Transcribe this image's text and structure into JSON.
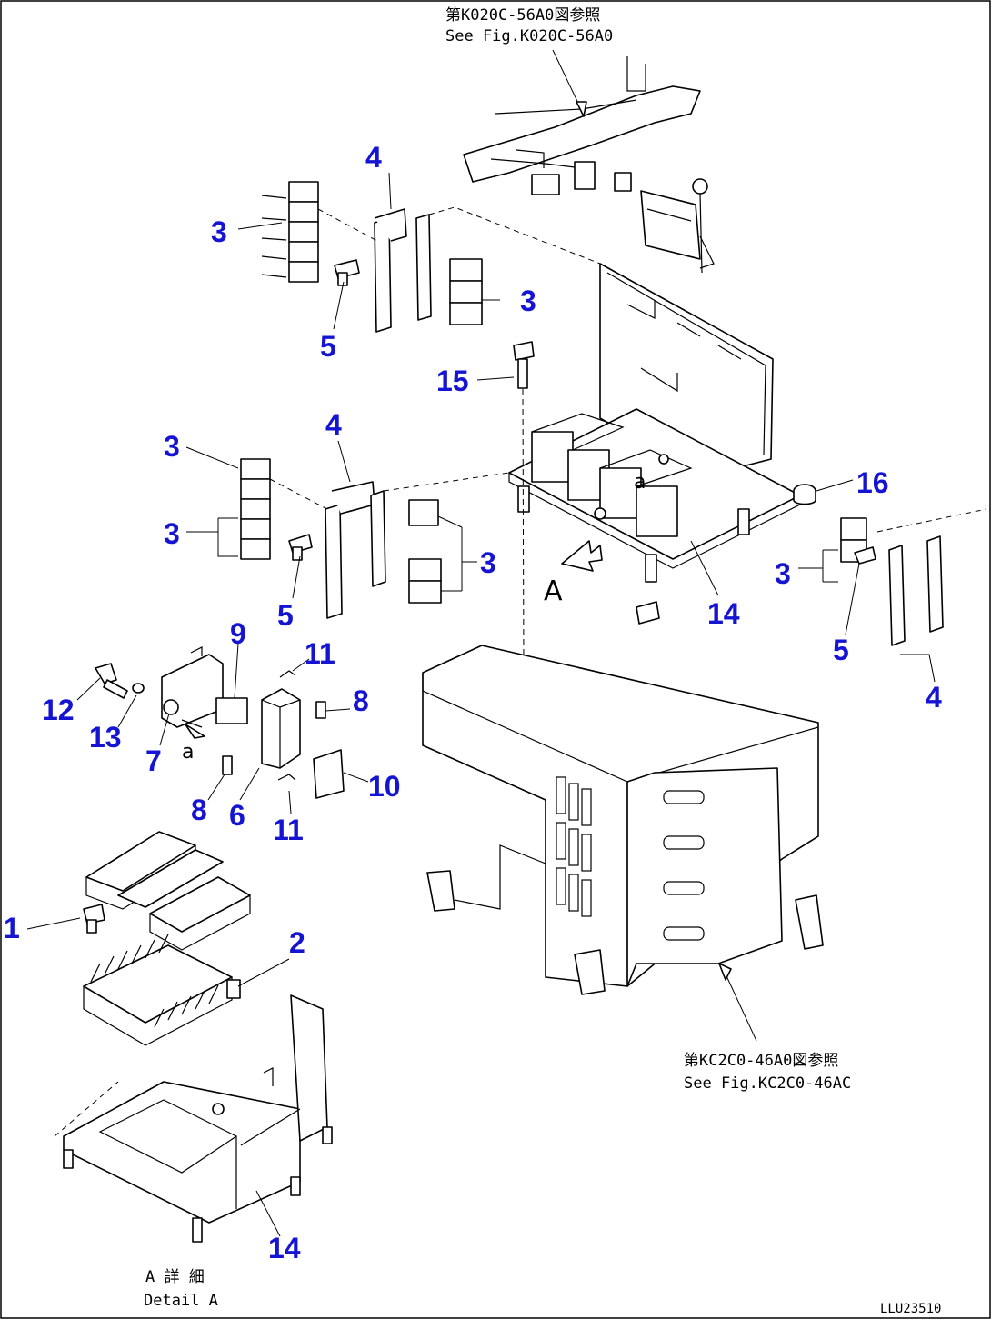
{
  "references": {
    "top_jp": "第K020C-56A0図参照",
    "top_en": "See Fig.K020C-56A0",
    "bottom_jp": "第KC2C0-46A0図参照",
    "bottom_en": "See Fig.KC2C0-46AC"
  },
  "detail": {
    "jp": "A 詳 細",
    "en": "Detail A"
  },
  "view_letters": {
    "a_upper": "A",
    "a_lower_1": "a",
    "a_lower_2": "a"
  },
  "drawing_code": "LLU23510",
  "callouts": {
    "c1": "1",
    "c2": "2",
    "c3a": "3",
    "c3b": "3",
    "c3c": "3",
    "c3d": "3",
    "c3e": "3",
    "c3f": "3",
    "c4a": "4",
    "c4b": "4",
    "c4c": "4",
    "c5a": "5",
    "c5b": "5",
    "c5c": "5",
    "c6": "6",
    "c7": "7",
    "c8a": "8",
    "c8b": "8",
    "c9": "9",
    "c10": "10",
    "c11a": "11",
    "c11b": "11",
    "c12": "12",
    "c13": "13",
    "c14a": "14",
    "c14b": "14",
    "c15": "15",
    "c16": "16"
  }
}
